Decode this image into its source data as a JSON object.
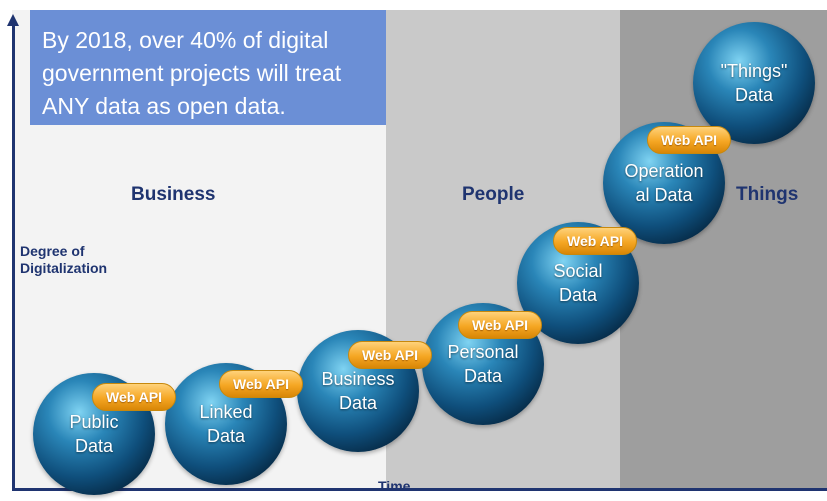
{
  "callout": "By 2018, over 40% of digital\ngovernment projects will treat\nANY data as open data.",
  "sections": {
    "business": "Business",
    "people": "People",
    "things": "Things"
  },
  "axis": {
    "y_label": "Degree of\nDigitalization",
    "x_label": "Time"
  },
  "nodes": [
    "Public\nData",
    "Linked\nData",
    "Business\nData",
    "Personal\nData",
    "Social\nData",
    "Operation\nal Data",
    "\"Things\"\nData"
  ],
  "connector_label": "Web API",
  "colors": {
    "axis": "#1f3470",
    "callout_bg": "#6b8fd6",
    "api_pill": "#f5a623",
    "sphere": "#0f4f7c"
  }
}
